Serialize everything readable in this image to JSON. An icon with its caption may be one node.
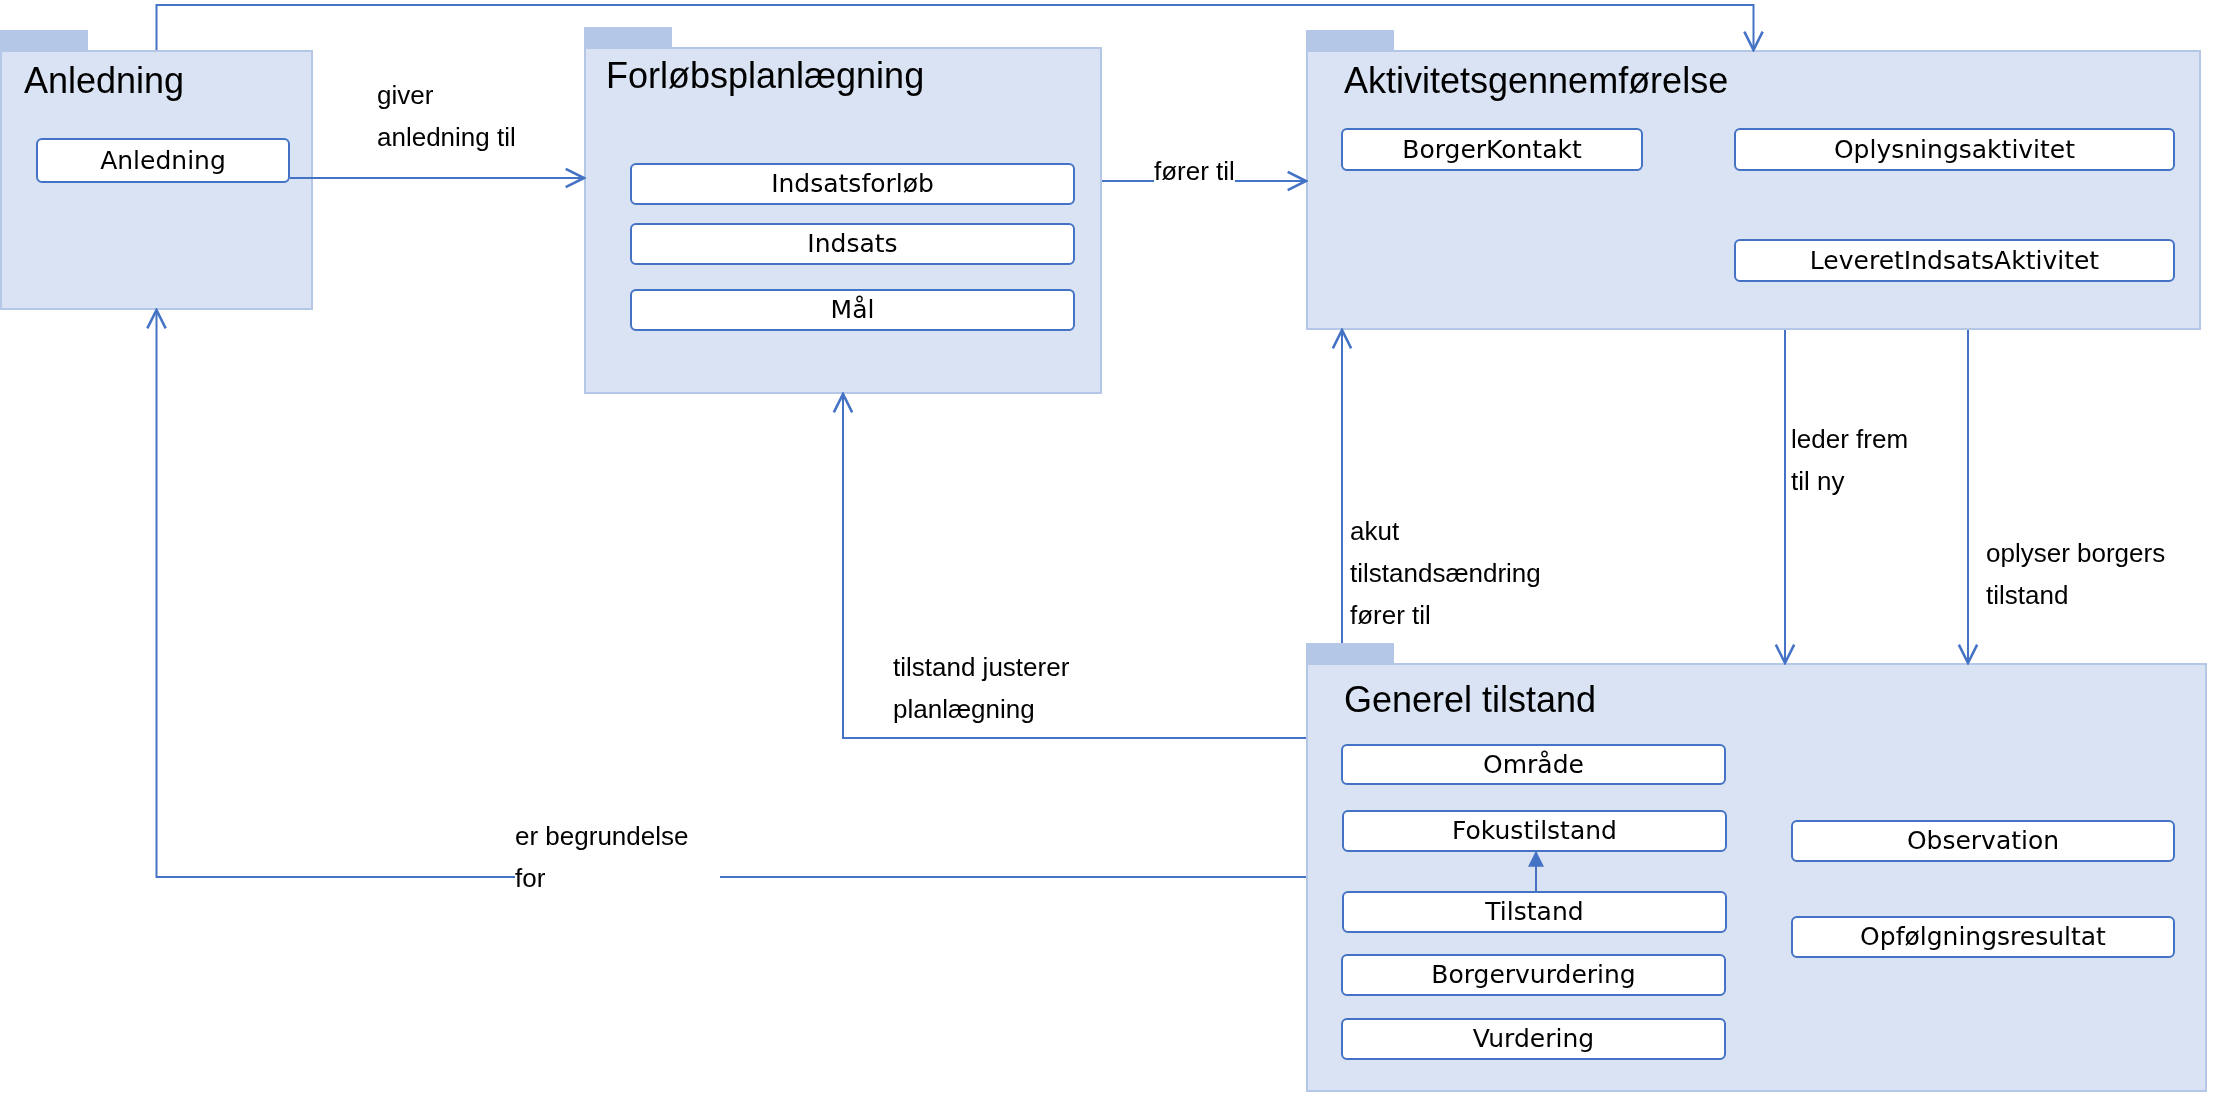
{
  "diagram": {
    "nodes": [
      {
        "text": [
          "Anledning"
        ]
      },
      {
        "text": [
          "Anledning"
        ],
        "in": 0
      },
      {
        "text": [
          "Forløbsplanlægning"
        ]
      },
      {
        "text": [
          "Indsatsforløb"
        ],
        "in": 2
      },
      {
        "text": [
          "Indsats"
        ],
        "in": 2
      },
      {
        "text": [
          "Mål"
        ],
        "in": 2
      },
      {
        "text": [
          "Aktivitetsgennemførelse"
        ]
      },
      {
        "text": [
          "BorgerKontakt"
        ],
        "in": 6
      },
      {
        "text": [
          "Oplysningsaktivitet"
        ],
        "in": 6
      },
      {
        "text": [
          "LeveretIndsatsAktivitet"
        ],
        "in": 6
      },
      {
        "text": [
          "Generel tilstand"
        ]
      },
      {
        "text": [
          "Område"
        ],
        "in": 10
      },
      {
        "text": [
          "Fokustilstand"
        ],
        "in": 10
      },
      {
        "text": [
          "Tilstand"
        ],
        "in": 10
      },
      {
        "text": [
          "Borgervurdering"
        ],
        "in": 10
      },
      {
        "text": [
          "Vurdering"
        ],
        "in": 10
      },
      {
        "text": [
          "Observation"
        ],
        "in": 10
      },
      {
        "text": [
          "Opfølgningsresultat"
        ],
        "in": 10
      }
    ],
    "edges": [
      {
        "from": 1,
        "to": 2,
        "arrow": "to",
        "label": "giver anledning til"
      },
      {
        "from": 2,
        "to": 6,
        "arrow": "to",
        "label": "fører til"
      },
      {
        "from": 0,
        "to": 6,
        "arrow": "to"
      },
      {
        "from": 6,
        "to": 10,
        "arrow": "to",
        "label": "leder frem til ny"
      },
      {
        "from": 6,
        "to": 10,
        "arrow": "to",
        "label": "oplyser borgers tilstand"
      },
      {
        "from": 10,
        "to": 6,
        "arrow": "to",
        "label": "akut tilstandsændring fører til"
      },
      {
        "from": 10,
        "to": 2,
        "arrow": "to",
        "label": "tilstand justerer planlægning"
      },
      {
        "from": 10,
        "to": 0,
        "arrow": "to",
        "label": "er begrundelse for"
      },
      {
        "from": 13,
        "to": 12,
        "arrow": "to"
      }
    ]
  }
}
